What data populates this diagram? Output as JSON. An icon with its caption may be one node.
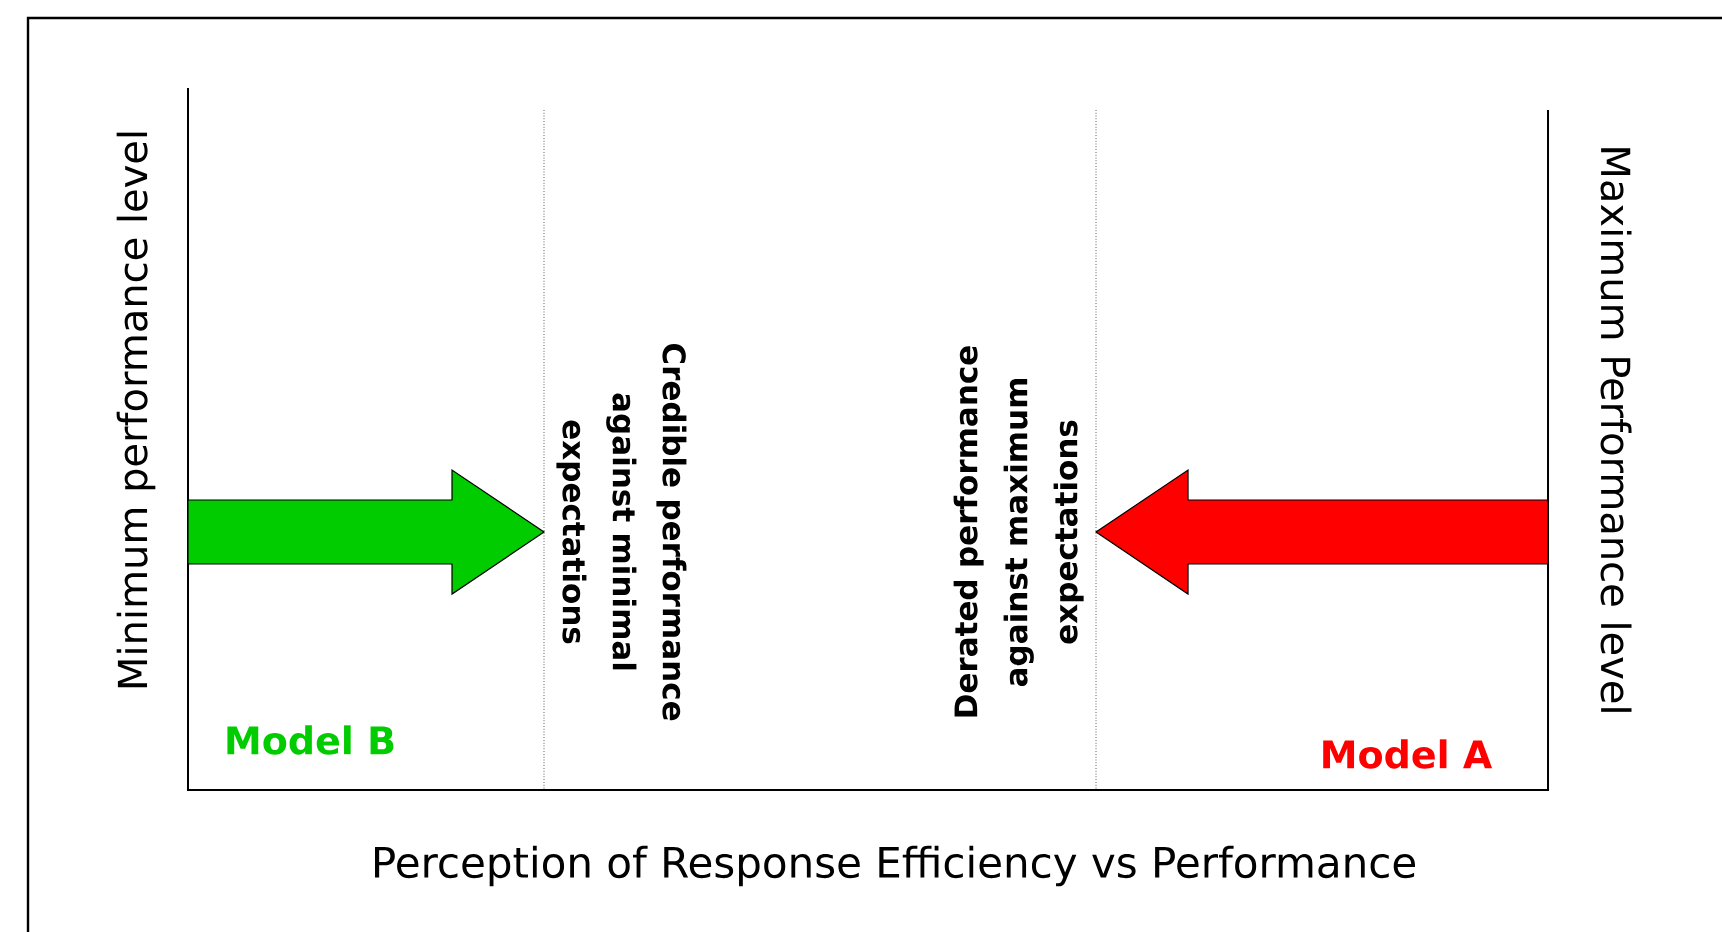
{
  "diagram": {
    "caption": "Perception of Response Efficiency vs Performance",
    "nodes": [
      {
        "text": [
          "Credible performance against minimal expectations"
        ]
      },
      {
        "text": [
          "Derated performance against maximum expectations"
        ]
      }
    ],
    "edges": [
      {
        "from": null,
        "to": 0,
        "arrow": "to",
        "style": "thick",
        "color": "#00cc00"
      },
      {
        "from": null,
        "to": 1,
        "arrow": "to",
        "style": "thick",
        "color": "#ff0000"
      }
    ],
    "labels": [
      "Minimum performance level",
      "Maximum Performance level",
      "Model B",
      "Model A"
    ]
  }
}
